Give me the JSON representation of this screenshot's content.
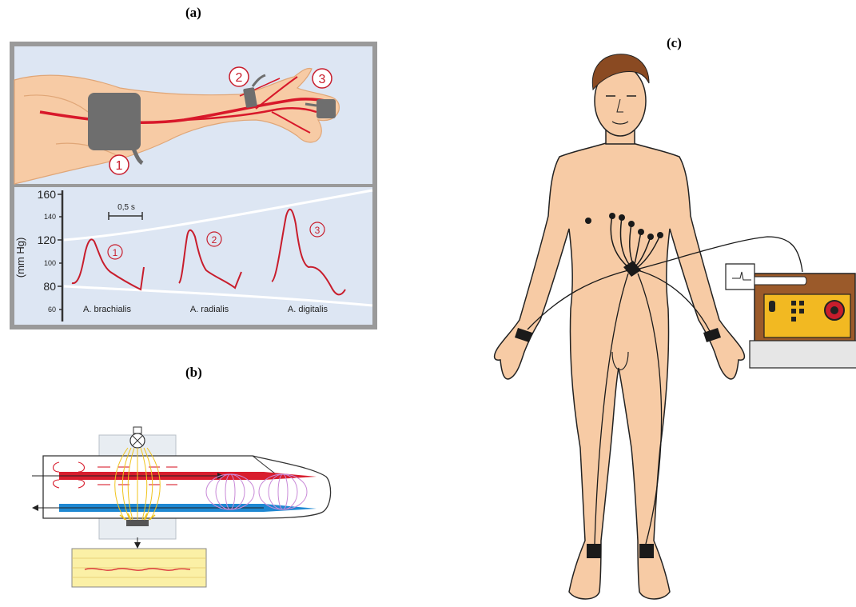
{
  "panels": {
    "a": {
      "label": "(a)",
      "markers": [
        "1",
        "2",
        "3"
      ],
      "scale_bar": "0,5 s",
      "y_axis_label": "(mm Hg)",
      "y_ticks_major": [
        "160",
        "120",
        "80"
      ],
      "y_ticks_minor": [
        "140",
        "100",
        "60"
      ],
      "traces": [
        {
          "marker": "1",
          "name": "A. brachialis"
        },
        {
          "marker": "2",
          "name": "A. radialis"
        },
        {
          "marker": "3",
          "name": "A. digitalis"
        }
      ]
    },
    "b": {
      "label": "(b)"
    },
    "c": {
      "label": "(c)"
    }
  },
  "colors": {
    "panel_bg": "#dde6f3",
    "panel_frame": "#9a9a9a",
    "artery_red": "#d8182a",
    "trace_red": "#c81d2c",
    "cuff_gray": "#6e6e6e",
    "skin": "#f7cba5",
    "vein_blue": "#1e88d2",
    "coil_yellow": "#f0c41c",
    "field_purple": "#c98ad8",
    "strip_yellow": "#fbf0a6",
    "ecg_device": "#f2b922"
  }
}
